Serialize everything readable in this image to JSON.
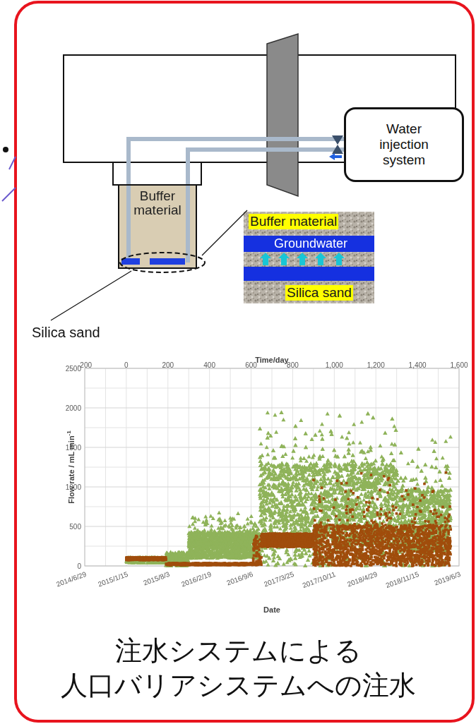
{
  "diagram": {
    "caption": "注水システムによる 人口バリアシステムへの注水",
    "nodes": [
      {
        "text": [
          "Buffer material"
        ]
      },
      {
        "text": [
          "Water injection system"
        ]
      }
    ],
    "edges": [
      {
        "from": 1,
        "to": 0,
        "arrow": "none"
      }
    ],
    "labels": [
      "Buffer material",
      "Groundwater",
      "Silica sand",
      "Silica sand",
      "Time/day",
      "-200",
      "0",
      "200",
      "400",
      "600",
      "800",
      "1,000",
      "1,200",
      "1,400",
      "1,600",
      "2500",
      "2000",
      "1500",
      "1000",
      "500",
      "0",
      "Flow rate / mL min",
      "-1",
      "2014/6/29",
      "2015/1/15",
      "2015/8/3",
      "2016/2/19",
      "2016/9/6",
      "2017/3/25",
      "2017/10/11",
      "2018/4/29",
      "2018/11/15",
      "2019/6/3",
      "Date"
    ]
  }
}
